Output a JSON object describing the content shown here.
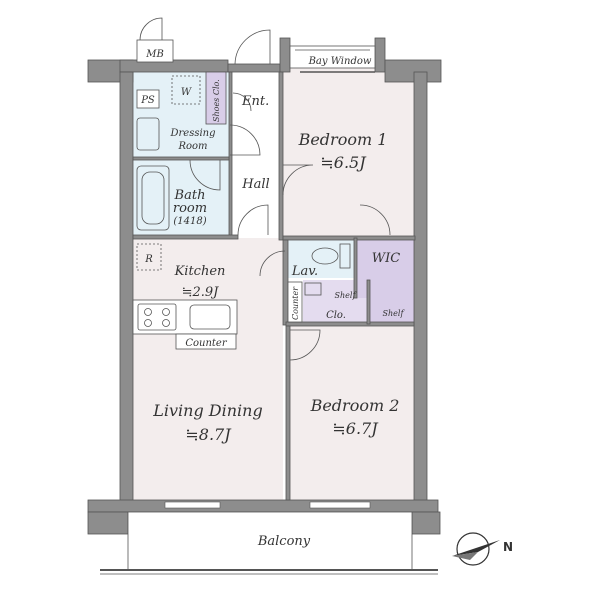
{
  "rooms": {
    "mb": "MB",
    "bay_window": "Bay Window",
    "ps": "PS",
    "w": "W",
    "shoes_clo": "Shoes Clo.",
    "ent": "Ent.",
    "dressing_room": [
      "Dressing",
      "Room"
    ],
    "bath_room": [
      "Bath",
      "room",
      "(1418)"
    ],
    "hall": "Hall",
    "bedroom1": {
      "name": "Bedroom 1",
      "area": "≒6.5J"
    },
    "r": "R",
    "kitchen": {
      "name": "Kitchen",
      "area": "≒2.9J"
    },
    "lav": "Lav.",
    "wic": "WIC",
    "shelf_a": "Shelf",
    "shelf_b": "Shelf",
    "counter_v": "Counter",
    "clo": "Clo.",
    "counter_h": "Counter",
    "living_dining": {
      "name": "Living Dining",
      "area": "≒8.7J"
    },
    "bedroom2": {
      "name": "Bedroom 2",
      "area": "≒6.7J"
    },
    "balcony": "Balcony",
    "north": "N"
  },
  "colors": {
    "wall": "#8d8d8d",
    "room_fill": "#f3eded",
    "wet_fill": "#e4f1f7",
    "wic_fill": "#d8cde8",
    "line": "#555555"
  }
}
